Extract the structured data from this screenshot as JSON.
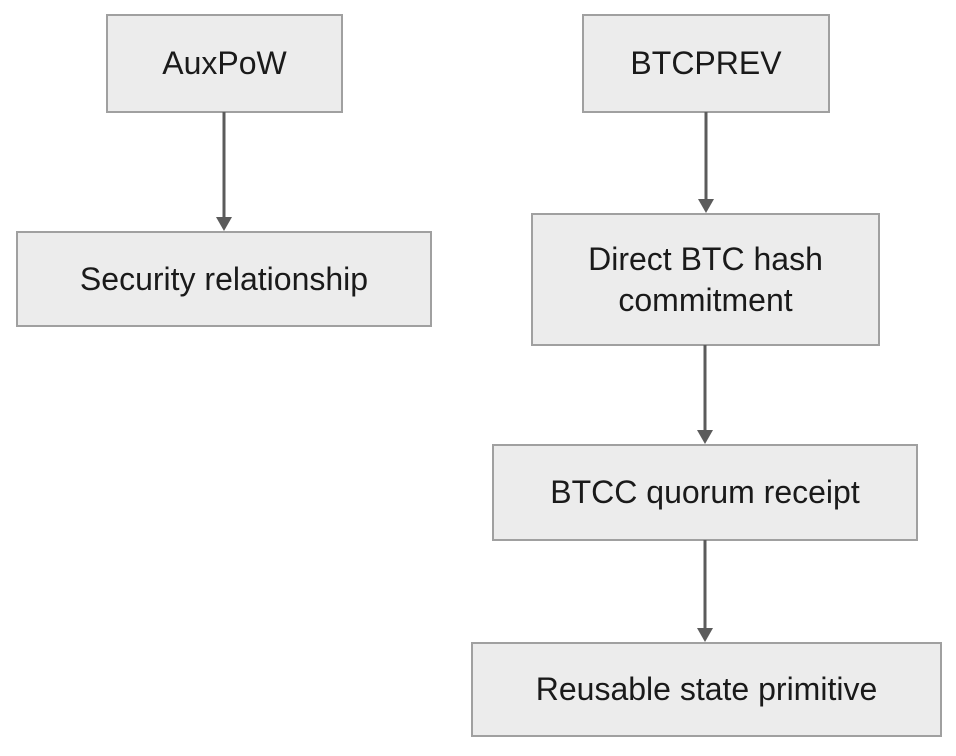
{
  "diagram": {
    "type": "flowchart",
    "background": "#ffffff",
    "colors": {
      "node_fill": "#ececec",
      "node_border": "#a0a0a0",
      "edge": "#5b5b5b",
      "text": "#1a1a1a"
    },
    "nodes": [
      {
        "id": "auxpow",
        "label": "AuxPoW"
      },
      {
        "id": "security",
        "label": "Security relationship"
      },
      {
        "id": "btcprev",
        "label": "BTCPREV"
      },
      {
        "id": "direct",
        "label": "Direct BTC hash commitment"
      },
      {
        "id": "btcc",
        "label": "BTCC quorum receipt"
      },
      {
        "id": "reusable",
        "label": "Reusable state primitive"
      }
    ],
    "edges": [
      {
        "from": "AuxPoW",
        "to": "Security relationship",
        "style": "solid-arrow"
      },
      {
        "from": "BTCPREV",
        "to": "Direct BTC hash commitment",
        "style": "solid-arrow"
      },
      {
        "from": "Direct BTC hash commitment",
        "to": "BTCC quorum receipt",
        "style": "solid-arrow"
      },
      {
        "from": "BTCC quorum receipt",
        "to": "Reusable state primitive",
        "style": "solid-arrow"
      }
    ]
  }
}
